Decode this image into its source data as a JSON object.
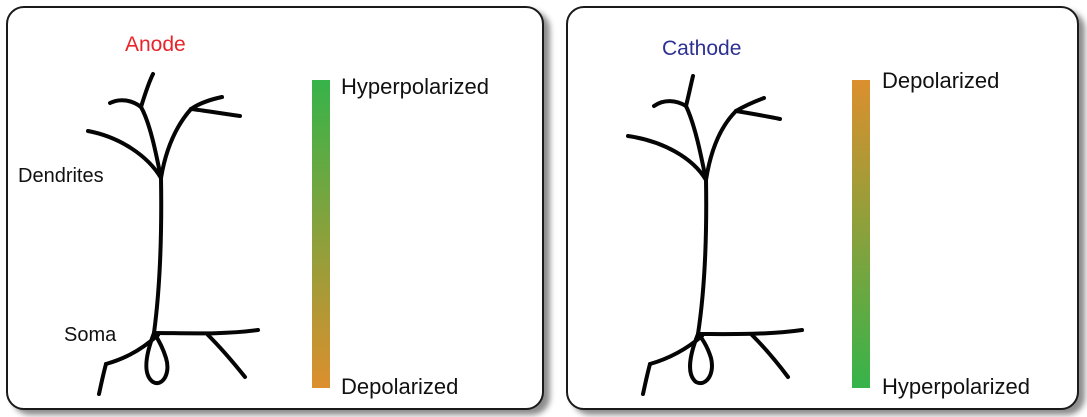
{
  "colors": {
    "polarity_green": "#36b34a",
    "polarity_orange": "#dc8f2e",
    "anode_title": "#e8242a",
    "cathode_title": "#2e3192",
    "neuron_stroke": "#050505",
    "panel_border": "#1a1a1a"
  },
  "panels": [
    {
      "title": "Anode",
      "scale_top": "Hyperpolarized",
      "scale_bottom": "Depolarized",
      "neuron_labels": {
        "dendrites": "Dendrites",
        "soma": "Soma"
      }
    },
    {
      "title": "Cathode",
      "scale_top": "Depolarized",
      "scale_bottom": "Hyperpolarized"
    }
  ]
}
